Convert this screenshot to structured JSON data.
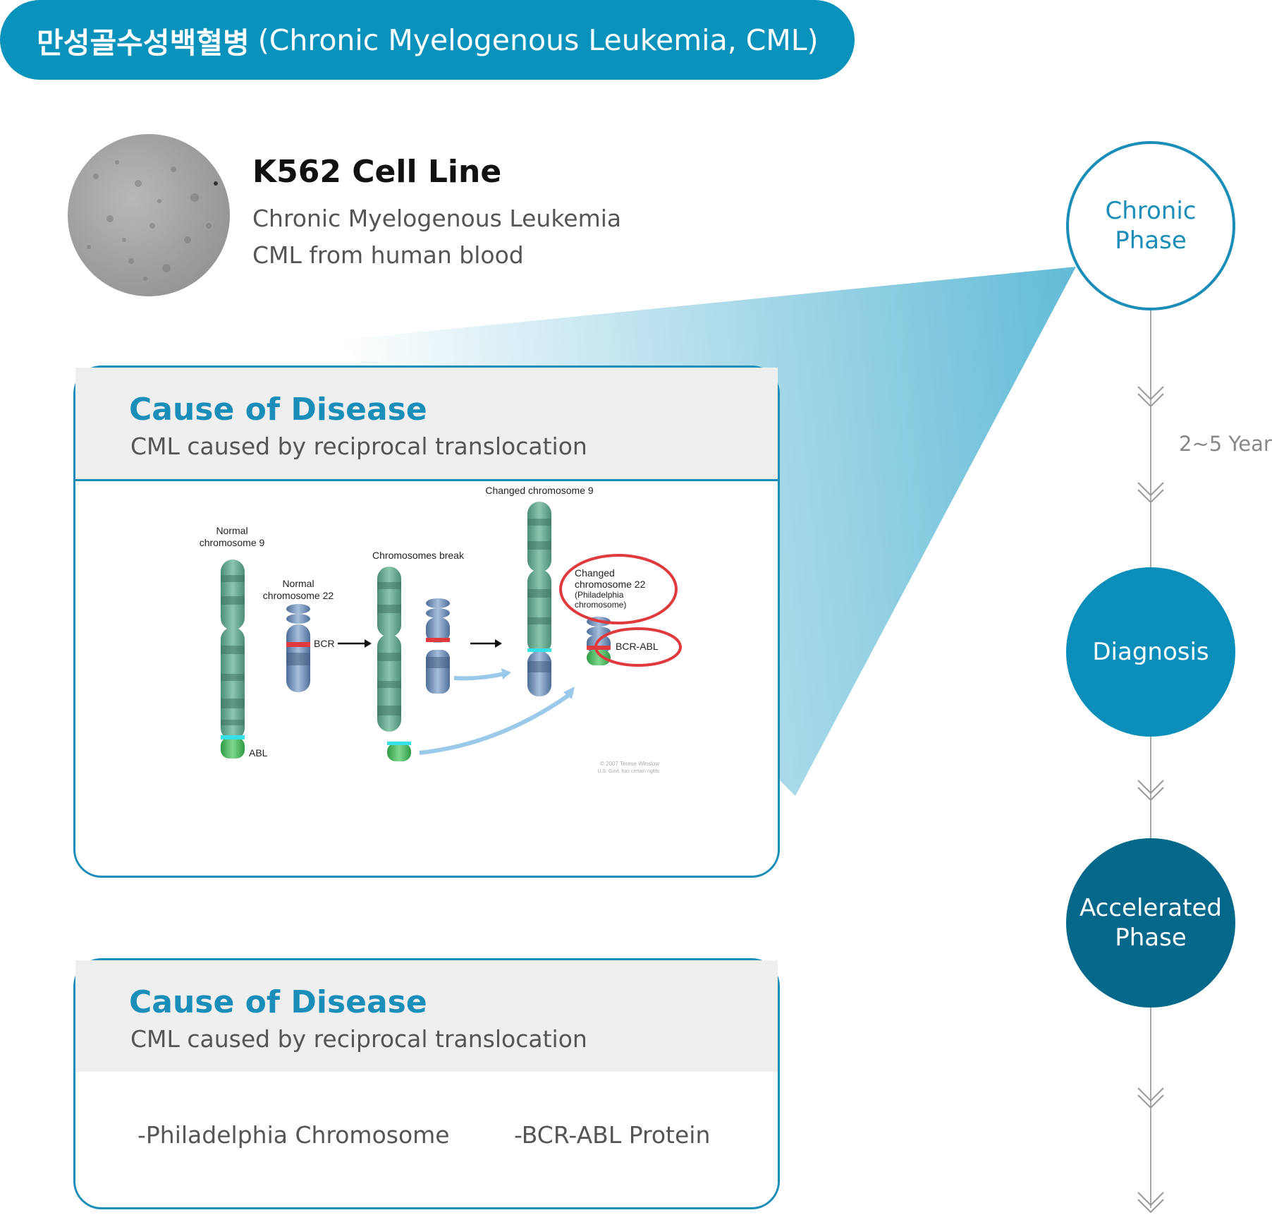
{
  "header": {
    "title_ko": "만성골수성백혈병",
    "title_en": "(Chronic Myelogenous Leukemia, CML)"
  },
  "cell_line": {
    "title": "K562 Cell Line",
    "line1": "Chronic Myelogenous Leukemia",
    "line2": "CML from human blood"
  },
  "card1": {
    "title": "Cause of Disease",
    "subtitle": "CML caused by reciprocal translocation",
    "diagram": {
      "label_normal_9_a": "Normal",
      "label_normal_9_b": "chromosome 9",
      "label_normal_22_a": "Normal",
      "label_normal_22_b": "chromosome 22",
      "label_bcr": "BCR",
      "label_abl": "ABL",
      "label_break": "Chromosomes break",
      "label_changed_9": "Changed chromosome 9",
      "label_changed_22_a": "Changed",
      "label_changed_22_b": "chromosome 22",
      "label_changed_22_c": "(Philadelphia",
      "label_changed_22_d": "chromosome)",
      "label_bcr_abl": "BCR-ABL",
      "credit_a": "© 2007 Terese Winslow",
      "credit_b": "U.S. Govt. has certain rights"
    }
  },
  "card2": {
    "title": "Cause of Disease",
    "subtitle": "CML caused by reciprocal translocation",
    "bullet1": "-Philadelphia Chromosome",
    "bullet2": "-BCR-ABL Protein"
  },
  "timeline": {
    "phase1_a": "Chronic",
    "phase1_b": "Phase",
    "duration": "2~5 Year",
    "phase2": "Diagnosis",
    "phase3_a": "Accelerated",
    "phase3_b": "Phase"
  },
  "colors": {
    "primary": "#0993bc",
    "dark": "#04688a",
    "accent_red": "#e03a3e"
  }
}
